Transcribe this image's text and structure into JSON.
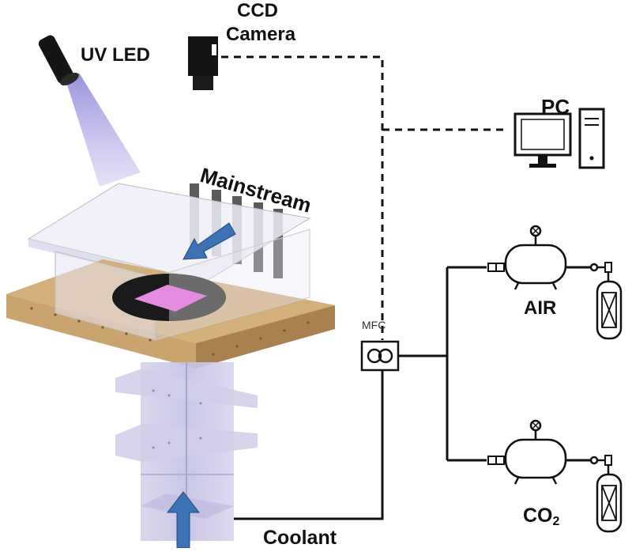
{
  "labels": {
    "ccd": "CCD",
    "camera": "Camera",
    "uv_led": "UV LED",
    "pc": "PC",
    "mainstream": "Mainstream",
    "air": "AIR",
    "co2_main": "CO",
    "co2_sub": "2",
    "coolant": "Coolant",
    "mfc": "MFC"
  },
  "colors": {
    "wood": "#c9a46f",
    "wood_dark": "#a07c4a",
    "glass": "#e8e6f5",
    "uv_beam": "#b9b3e6",
    "arrow_blue": "#3d72b4",
    "line": "#111111",
    "sample_pink": "#e58be0"
  }
}
